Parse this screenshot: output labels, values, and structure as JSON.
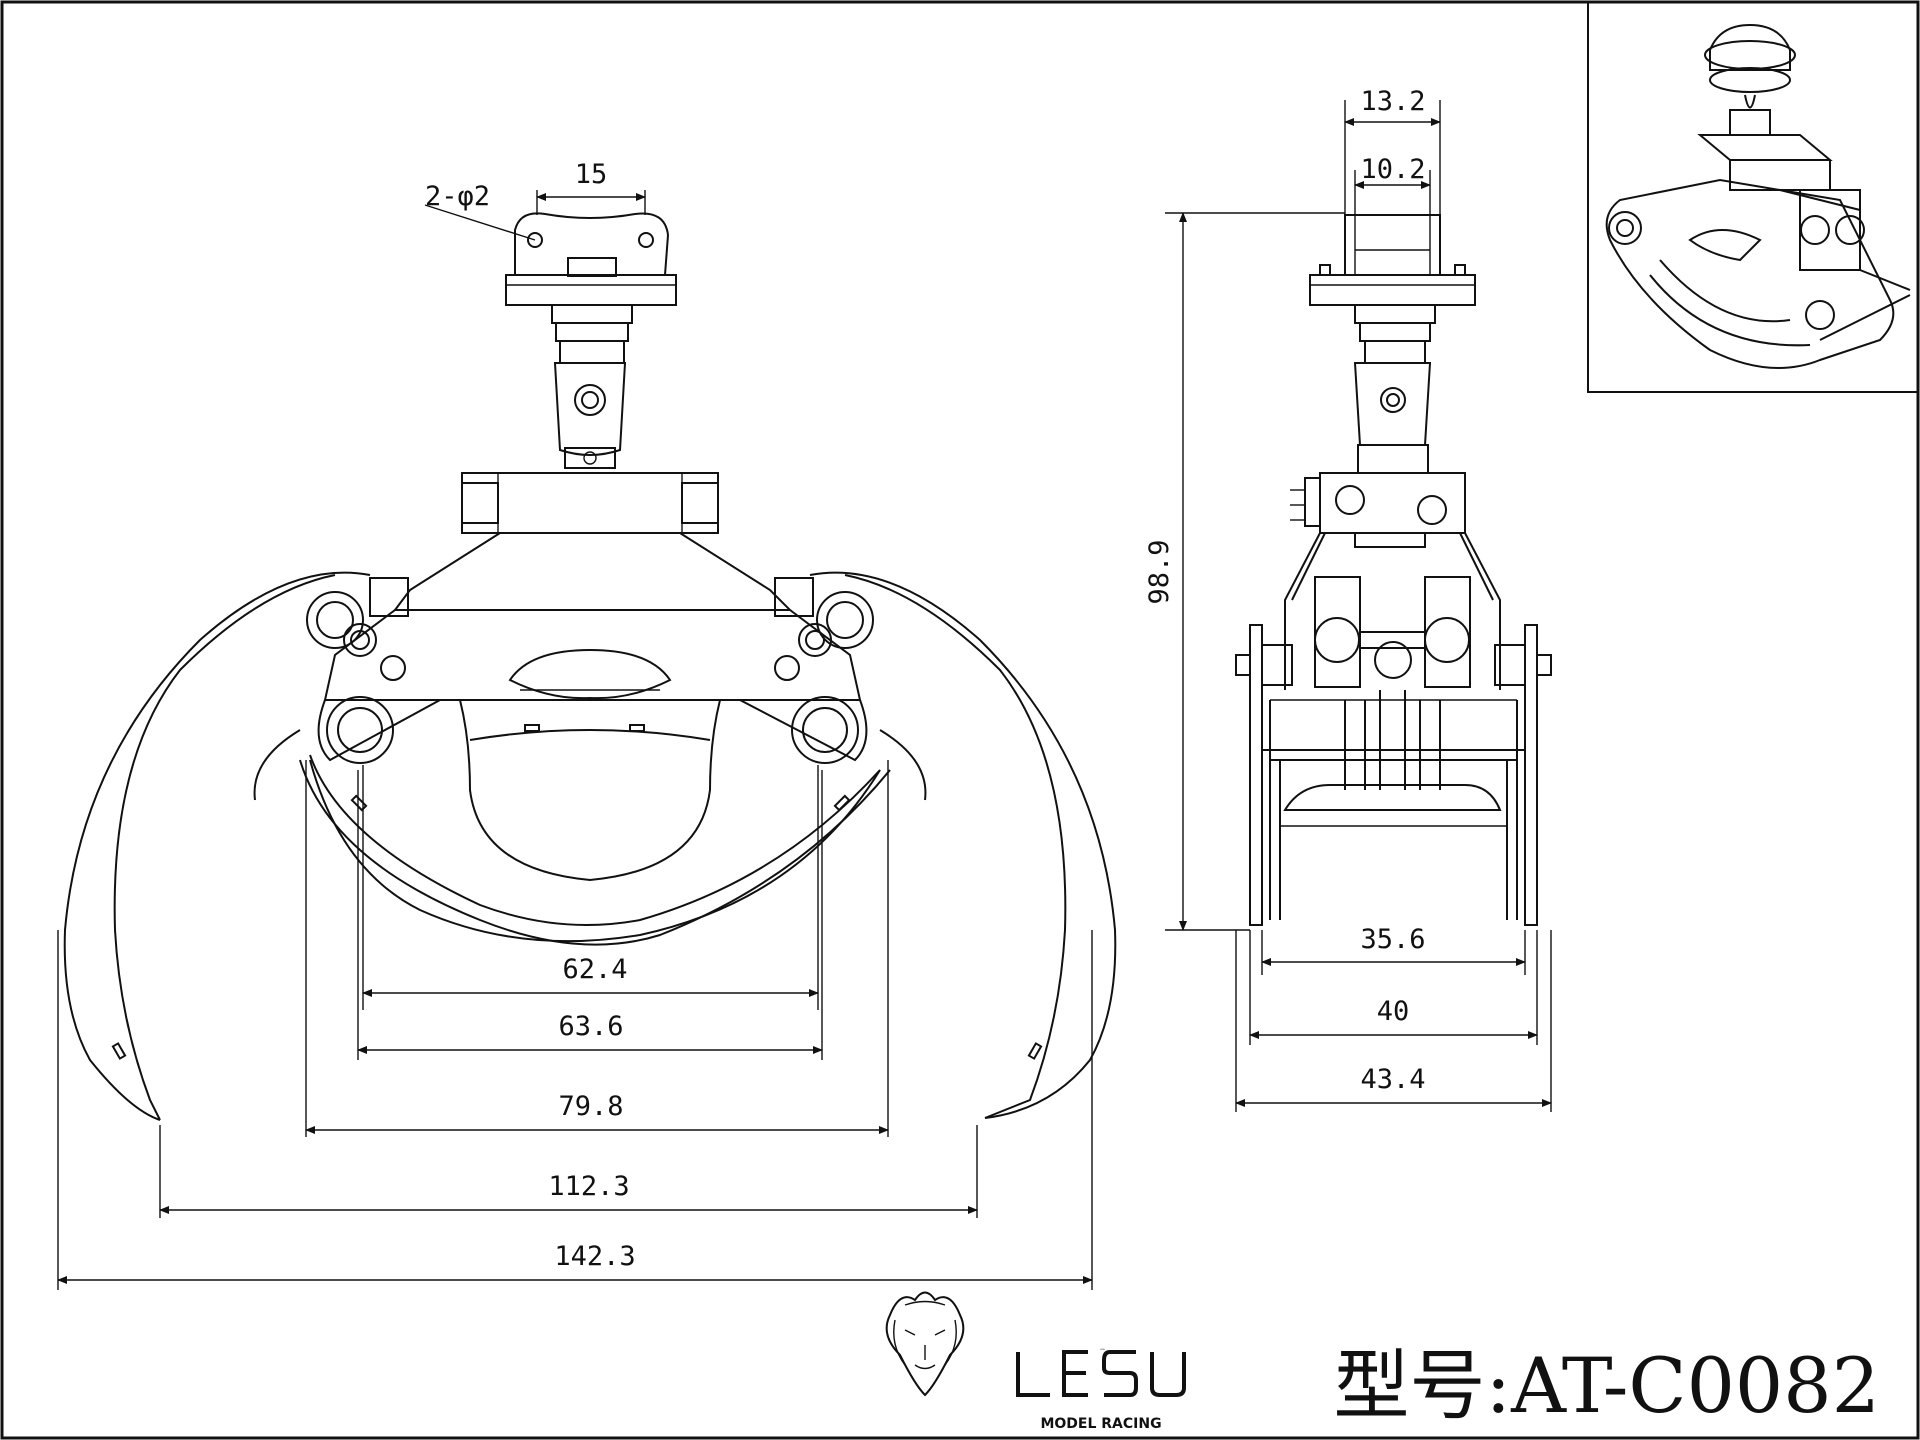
{
  "dimensions": {
    "hole_callout": "2-φ2",
    "top_15": "15",
    "d_62_4": "62.4",
    "d_63_6": "63.6",
    "d_79_8": "79.8",
    "d_112_3": "112.3",
    "d_142_3": "142.3",
    "d_13_2": "13.2",
    "d_10_2": "10.2",
    "d_98_9": "98.9",
    "d_35_6": "35.6",
    "d_40": "40",
    "d_43_4": "43.4"
  },
  "title_block": {
    "brand": "LESU",
    "brand_sub": "MODEL RACING",
    "model_label": "型号:AT-C0082"
  }
}
